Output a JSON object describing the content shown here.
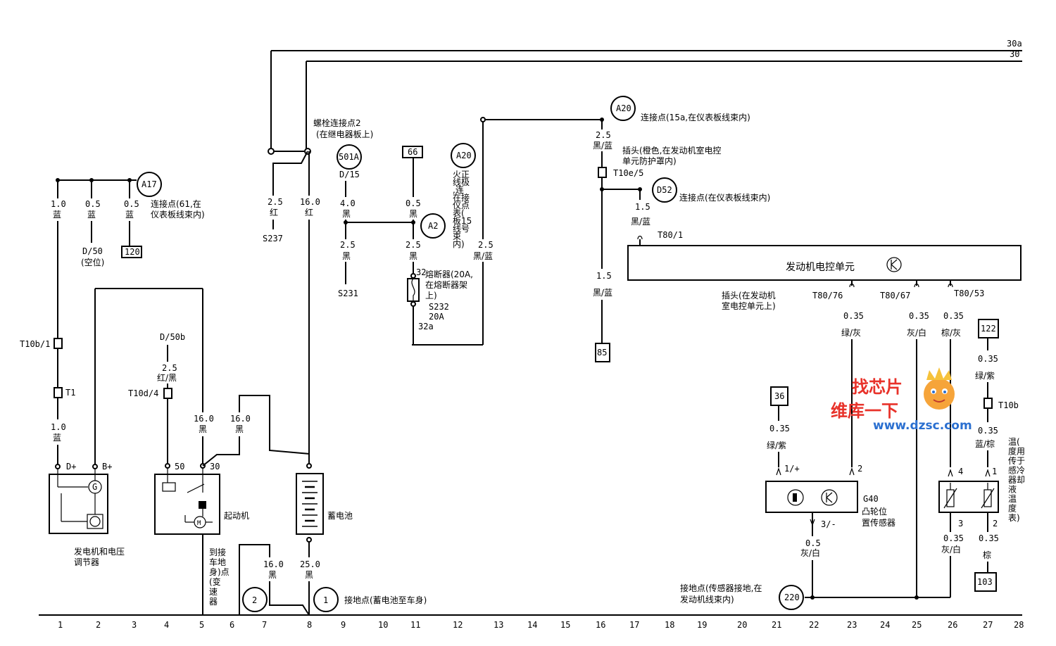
{
  "rails": {
    "r30a": "30a",
    "r30": "30"
  },
  "bottom_numbers": [
    "1",
    "2",
    "3",
    "4",
    "5",
    "6",
    "7",
    "8",
    "9",
    "10",
    "11",
    "12",
    "13",
    "14",
    "15",
    "16",
    "17",
    "18",
    "19",
    "20",
    "21",
    "22",
    "23",
    "24",
    "25",
    "26",
    "27",
    "28"
  ],
  "labels": {
    "a17": "A17",
    "a17_desc1": "连接点(61,在",
    "a17_desc2": "仪表板线束内)",
    "w1_size": "1.0",
    "w1_color": "蓝",
    "w2_size": "0.5",
    "w2_color": "蓝",
    "w3_size": "0.5",
    "w3_color": "蓝",
    "d50": "D/50",
    "d50_desc": "(空位)",
    "ref120": "120",
    "t10b1": "T10b/1",
    "t1": "T1",
    "w1b_size": "1.0",
    "w1b_color": "蓝",
    "dplus": "D+",
    "bplus": "B+",
    "alt_name1": "发电机和电压",
    "alt_name2": "调节器",
    "d50b": "D/50b",
    "w_rb_size": "2.5",
    "w_rb_color": "红/黑",
    "t10d4": "T10d/4",
    "t50": "50",
    "t30": "30",
    "starter_name": "起动机",
    "gnd_note": [
      "到接",
      "车地",
      "身)点",
      "(变",
      "速",
      "器"
    ],
    "w16a_size": "16.0",
    "w16a_color": "黑",
    "w16b_size": "16.0",
    "w16b_color": "黑",
    "bolt1": "螺栓连接点2",
    "bolt2": "(在继电器板上)",
    "w25r_size": "2.5",
    "w25r_color": "红",
    "s237": "S237",
    "w160r_size": "16.0",
    "w160r_color": "红",
    "battery_name": "蓄电池",
    "w250_size": "25.0",
    "w250_color": "黑",
    "w160c_size": "16.0",
    "w160c_color": "黑",
    "g2": "2",
    "g1": "1",
    "g1_desc": "接地点(蓄电池至车身)",
    "a501": "501A",
    "a501_sub": "D/15",
    "w40_size": "4.0",
    "w40_color": "黑",
    "w25k_size": "2.5",
    "w25k_color": "黑",
    "s231": "S231",
    "ref66": "66",
    "w05k_size": "0.5",
    "w05k_color": "黑",
    "a2": "A2",
    "w25k2_size": "2.5",
    "w25k2_color": "黑",
    "fuse32": "32",
    "fuse_desc1": "熔断器(20A,",
    "fuse_desc2": "在熔断器架",
    "fuse_desc3": "上)",
    "s232": "S232",
    "s232a": "20A",
    "fuse32a": "32a",
    "a20mid": "A20",
    "a20mid_vert": [
      "火正",
      "线极",
      ",连",
      "在接",
      "仪点",
      "表(",
      "板15",
      "线号",
      "束",
      "内)"
    ],
    "w25kb_size": "2.5",
    "w25kb_color": "黑/蓝",
    "a20top": "A20",
    "a20top_desc": "连接点(15a,在仪表板线束内)",
    "w25kb2_size": "2.5",
    "w25kb2_color": "黑/蓝",
    "plug1": "插头(橙色,在发动机室电控",
    "plug2": "单元防护罩内)",
    "t10e5": "T10e/5",
    "d52": "D52",
    "d52_desc": "连接点(在仪表板线束内)",
    "w15_size": "1.5",
    "w15_color": "黑/蓝",
    "t80_1": "T80/1",
    "w15b_size": "1.5",
    "w15b_color": "黑/蓝",
    "ref85": "85",
    "ecu_name": "发动机电控单元",
    "plug_ecu1": "插头(在发动机",
    "plug_ecu2": "室电控单元上)",
    "t80_76": "T80/76",
    "t80_67": "T80/67",
    "t80_53": "T80/53",
    "wg_size": "0.35",
    "wg_color": "绿/灰",
    "wgw_size": "0.35",
    "wgw_color": "灰/白",
    "wbg_size": "0.35",
    "wbg_color": "棕/灰",
    "ref122": "122",
    "wgp_size": "0.35",
    "wgp_color": "绿/紫",
    "t10b": "T10b",
    "wbb_size": "0.35",
    "wbb_color": "蓝/棕",
    "ref36": "36",
    "wgp2_size": "0.35",
    "wgp2_color": "绿/紫",
    "pin1p": "1/+",
    "pin2": "2",
    "pin3m": "3/-",
    "g40": "G40",
    "g40_d1": "凸轮位",
    "g40_d2": "置传感器",
    "w05gw_size": "0.5",
    "w05gw_color": "灰/白",
    "temp_pin4": "4",
    "temp_pin1": "1",
    "temp_pin3": "3",
    "temp_pin2": "2",
    "temp_vert": [
      "温(",
      "度用",
      "传于",
      "感冷",
      "器却",
      "液",
      "温",
      "度",
      "表)"
    ],
    "wgw2_size": "0.35",
    "wgw2_color": "灰/白",
    "wbr_size": "0.35",
    "wbr_color": "棕",
    "ref103": "103",
    "gnd220": "220",
    "gnd220_d1": "接地点(传感器接地,在",
    "gnd220_d2": "发动机线束内)"
  },
  "watermark": {
    "line1": "找芯片",
    "line2": "维库一下",
    "url": "www.dzsc.com"
  }
}
